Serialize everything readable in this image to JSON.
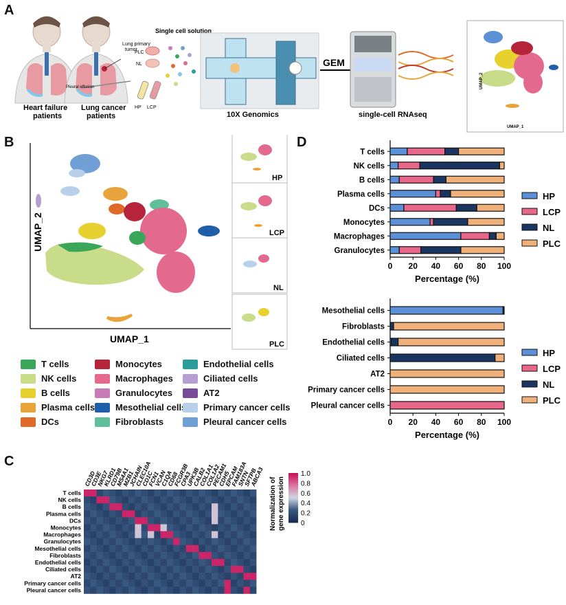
{
  "panels": {
    "a": "A",
    "b": "B",
    "c": "C",
    "d": "D"
  },
  "panelA": {
    "hf_label_1": "Heart failure",
    "hf_label_2": "patients",
    "lc_label_1": "Lung cancer",
    "lc_label_2": "patients",
    "lung_primary_1": "Lung primary",
    "lung_primary_2": "tumor",
    "pleural_effusion": "Pleural effusion",
    "single_cell_solution": "Single cell solution",
    "plc": "PLC",
    "nl": "NL",
    "hp": "HP",
    "lcp": "LCP",
    "genomics": "10X Genomics",
    "gem": "GEM",
    "rnaseq": "single-cell RNAseq",
    "umap1": "UMAP_1",
    "umap2": "UMAP_2"
  },
  "panelB": {
    "umap1": "UMAP_1",
    "umap2": "UMAP_2",
    "thumbs": [
      "HP",
      "LCP",
      "NL",
      "PLC"
    ],
    "legend": [
      {
        "name": "T cells",
        "color": "#3aa65a"
      },
      {
        "name": "NK cells",
        "color": "#c8dc8a"
      },
      {
        "name": "B cells",
        "color": "#e6d12e"
      },
      {
        "name": "Plasma cells",
        "color": "#e8a43a"
      },
      {
        "name": "DCs",
        "color": "#e06a2a"
      },
      {
        "name": "Monocytes",
        "color": "#b5243a"
      },
      {
        "name": "Macrophages",
        "color": "#e36a8e"
      },
      {
        "name": "Granulocytes",
        "color": "#c77cb5"
      },
      {
        "name": "Mesothelial cells",
        "color": "#1f5ea8"
      },
      {
        "name": "Fibroblasts",
        "color": "#5fbf9a"
      },
      {
        "name": "Endothelial cells",
        "color": "#2a9d9a"
      },
      {
        "name": "Ciliated cells",
        "color": "#b59fd0"
      },
      {
        "name": "AT2",
        "color": "#7a4a9a"
      },
      {
        "name": "Primary cancer cells",
        "color": "#b8d0ea"
      },
      {
        "name": "Pleural cancer cells",
        "color": "#6f9fd4"
      }
    ]
  },
  "panelC": {
    "genes": [
      "CD3D",
      "CD3E",
      "NKG7",
      "KLRD1",
      "CD79B",
      "MS4A1",
      "MZB1",
      "JCHAIN",
      "CLEC10A",
      "CD1C",
      "FCN1",
      "VCAN",
      "C1QA",
      "CD68",
      "FCGR3B",
      "CPA3",
      "UPK3B",
      "CALB2",
      "COL1A1",
      "COL1A2",
      "PECAM1",
      "CDH5",
      "EPCAM",
      "FAM183A",
      "SNTN",
      "SFTPB",
      "ABCA3"
    ],
    "rows": [
      "T cells",
      "NK cells",
      "B cells",
      "Plasma cells",
      "DCs",
      "Monocytes",
      "Macrophages",
      "Granulocytes",
      "Mesothelial cells",
      "Fibroblasts",
      "Endothelial cells",
      "Ciliated cells",
      "AT2",
      "Primary cancer cells",
      "Pleural cancer cells"
    ],
    "colorbar_title_1": "Normalization of",
    "colorbar_title_2": "gene expression",
    "colorbar_ticks": [
      "1.0",
      "0.8",
      "0.6",
      "0.4",
      "0.2",
      "0"
    ]
  },
  "chart_data": [
    {
      "type": "bar",
      "orientation": "horizontal",
      "stacked": true,
      "categories": [
        "T cells",
        "NK cells",
        "B cells",
        "Plasma cells",
        "DCs",
        "Monocytes",
        "Macrophages",
        "Granulocytes"
      ],
      "series": [
        {
          "name": "HP",
          "color": "#5b8fd6",
          "values": [
            15,
            7,
            8,
            40,
            12,
            35,
            62,
            8
          ]
        },
        {
          "name": "LCP",
          "color": "#e8668a",
          "values": [
            33,
            19,
            30,
            4,
            46,
            3,
            25,
            19
          ]
        },
        {
          "name": "NL",
          "color": "#1a3560",
          "values": [
            12,
            70,
            11,
            9,
            18,
            30,
            6,
            35
          ]
        },
        {
          "name": "PLC",
          "color": "#f0b07a",
          "values": [
            40,
            4,
            51,
            47,
            24,
            32,
            7,
            38
          ]
        }
      ],
      "xlabel": "Percentage (%)",
      "xlim": [
        0,
        100
      ],
      "xticks": [
        "0",
        "20",
        "40",
        "60",
        "80",
        "100"
      ],
      "legend_position": "right"
    },
    {
      "type": "bar",
      "orientation": "horizontal",
      "stacked": true,
      "categories": [
        "Mesothelial cells",
        "Fibroblasts",
        "Endothelial cells",
        "Ciliated cells",
        "AT2",
        "Primary cancer cells",
        "Pleural cancer cells"
      ],
      "series": [
        {
          "name": "HP",
          "color": "#5b8fd6",
          "values": [
            99,
            0,
            1,
            0,
            0,
            0,
            0
          ]
        },
        {
          "name": "LCP",
          "color": "#e8668a",
          "values": [
            0,
            0,
            0,
            0,
            0,
            0,
            100
          ]
        },
        {
          "name": "NL",
          "color": "#1a3560",
          "values": [
            1,
            3,
            6,
            92,
            0,
            0,
            0
          ]
        },
        {
          "name": "PLC",
          "color": "#f0b07a",
          "values": [
            0,
            97,
            93,
            8,
            100,
            100,
            0
          ]
        }
      ],
      "xlabel": "Percentage (%)",
      "xlim": [
        0,
        100
      ],
      "xticks": [
        "0",
        "20",
        "40",
        "60",
        "80",
        "100"
      ],
      "legend_position": "right"
    }
  ]
}
